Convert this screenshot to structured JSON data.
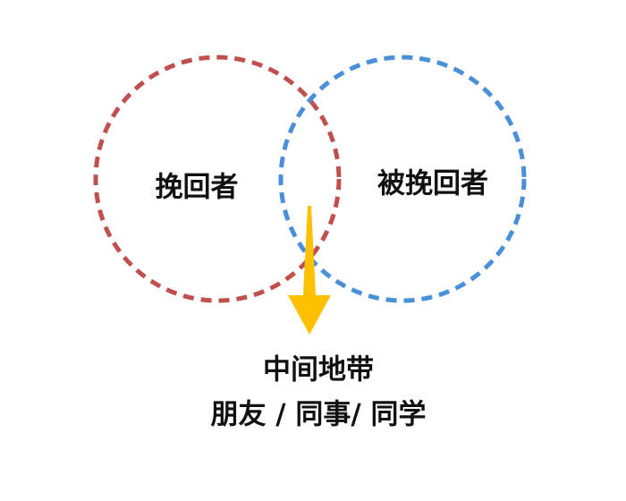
{
  "colors": {
    "left_circle": "#C0504D",
    "right_circle": "#4A90D9",
    "arrow": "#FFC000",
    "text": "#111111"
  },
  "left_circle": {
    "label": "挽回者"
  },
  "right_circle": {
    "label": "被挽回者"
  },
  "middle": {
    "title": "中间地带",
    "subtitle": "朋友 / 同事/ 同学"
  }
}
